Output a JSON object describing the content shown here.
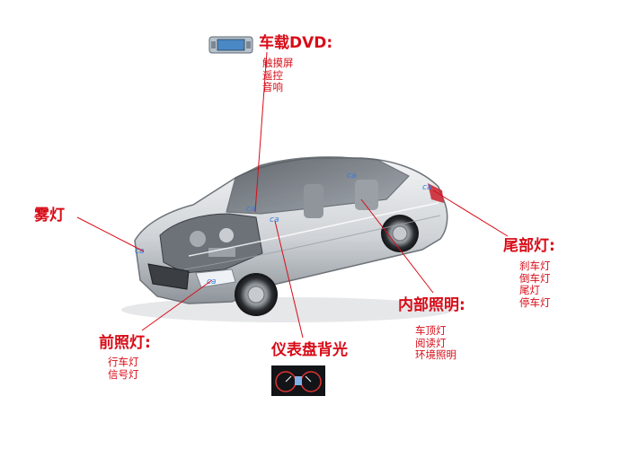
{
  "callouts": {
    "dvd": {
      "title": "车载DVD:",
      "items": [
        "触摸屏",
        "遥控",
        "音响"
      ],
      "icon": "car-dvd-unit-icon"
    },
    "fog": {
      "title": "雾灯"
    },
    "tail": {
      "title": "尾部灯:",
      "items": [
        "刹车灯",
        "倒车灯",
        "尾灯",
        "停车灯"
      ]
    },
    "interior": {
      "title": "内部照明:",
      "items": [
        "车顶灯",
        "阅读灯",
        "环境照明"
      ]
    },
    "front": {
      "title": "前照灯:",
      "items": [
        "行车灯",
        "信号灯"
      ]
    },
    "dash": {
      "title": "仪表盘背光",
      "icon": "instrument-cluster-icon"
    }
  },
  "colors": {
    "label": "#d80c18",
    "leader": "#d80c18",
    "car_body": "#d7dadd",
    "car_outline": "#6f7479",
    "glass": "#5b6168"
  }
}
